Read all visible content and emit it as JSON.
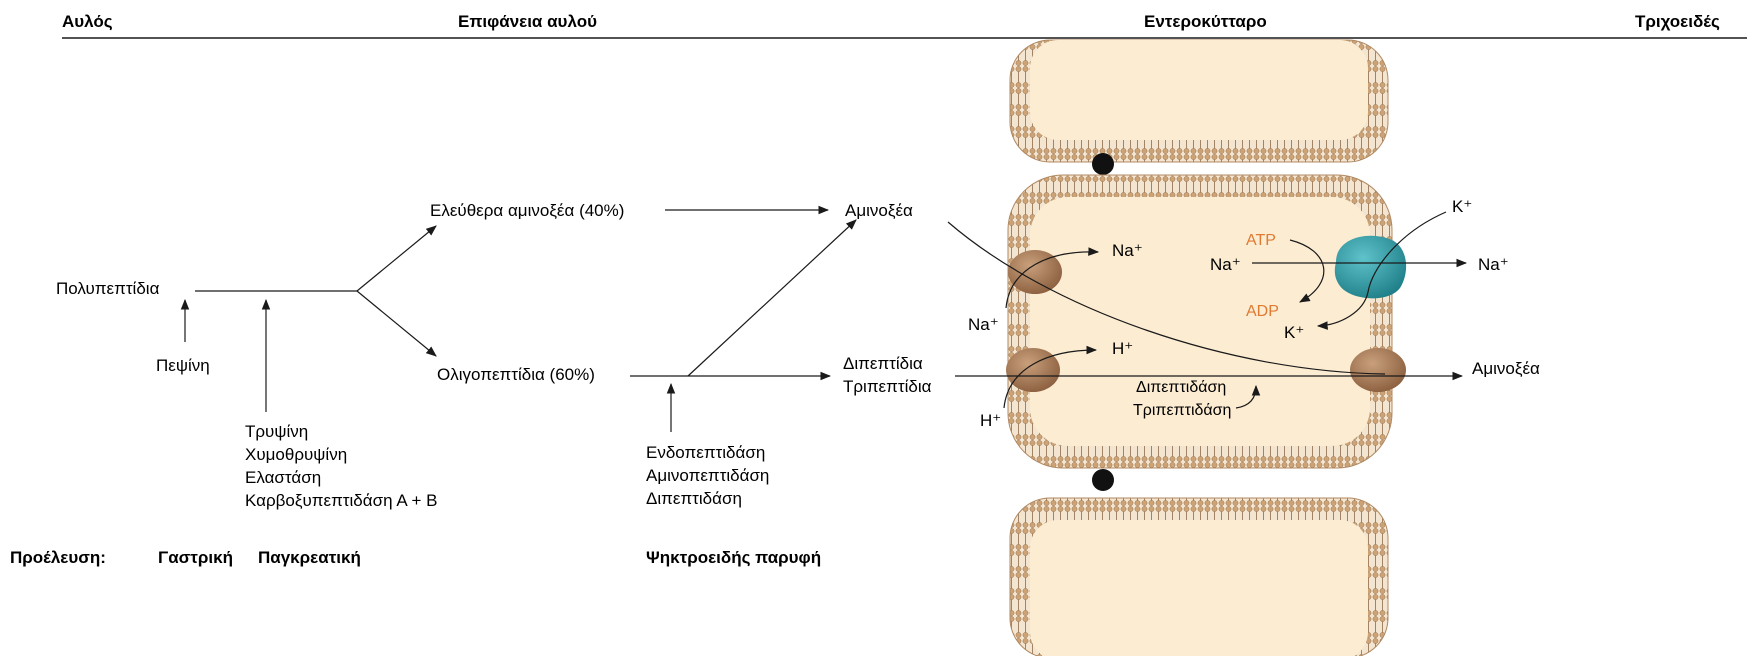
{
  "headers": {
    "lumen": "Αυλός",
    "surface": "Επιφάνεια αυλού",
    "enterocyte": "Εντεροκύτταρο",
    "capillary": "Τριχοειδές"
  },
  "origin": {
    "label": "Προέλευση:",
    "gastric": "Γαστρική",
    "pancreatic": "Παγκρεατική",
    "brush_border": "Ψηκτροειδής παρυφή"
  },
  "substrates": {
    "polypeptides": "Πολυπεπτίδια",
    "free_aa": "Ελεύθερα αμινοξέα (40%)",
    "oligopeptides": "Ολιγοπεπτίδια (60%)",
    "amino_acids": "Αμινοξέα",
    "dipeptides": "Διπεπτίδια",
    "tripeptides": "Τριπεπτίδια",
    "amino_acids_out": "Αμινοξέα"
  },
  "enzymes": {
    "pepsin": "Πεψίνη",
    "pancreatic": [
      "Τρυψίνη",
      "Χυμοθρυψίνη",
      "Ελαστάση",
      "Καρβοξυπεπτιδάση Α + Β"
    ],
    "brush": [
      "Ενδοπεπτιδάση",
      "Αμινοπεπτιδάση",
      "Διπεπτιδάση"
    ],
    "intracellular": [
      "Διπεπτιδάση",
      "Τριπεπτιδάση"
    ]
  },
  "ions": {
    "na_in_top": "Na⁺",
    "na_out_lumen": "Na⁺",
    "na_cell": "Na⁺",
    "na_blood": "Na⁺",
    "k_top": "K⁺",
    "k_bottom": "K⁺",
    "h_in": "H⁺",
    "h_out": "H⁺",
    "atp": "ATP",
    "adp": "ADP"
  },
  "colors": {
    "membrane_head": "#cda376",
    "cytoplasm": "#fcecd2",
    "transporter": "#9e7352",
    "pump": "#2a9ba6",
    "energy_label": "#e07a32"
  }
}
